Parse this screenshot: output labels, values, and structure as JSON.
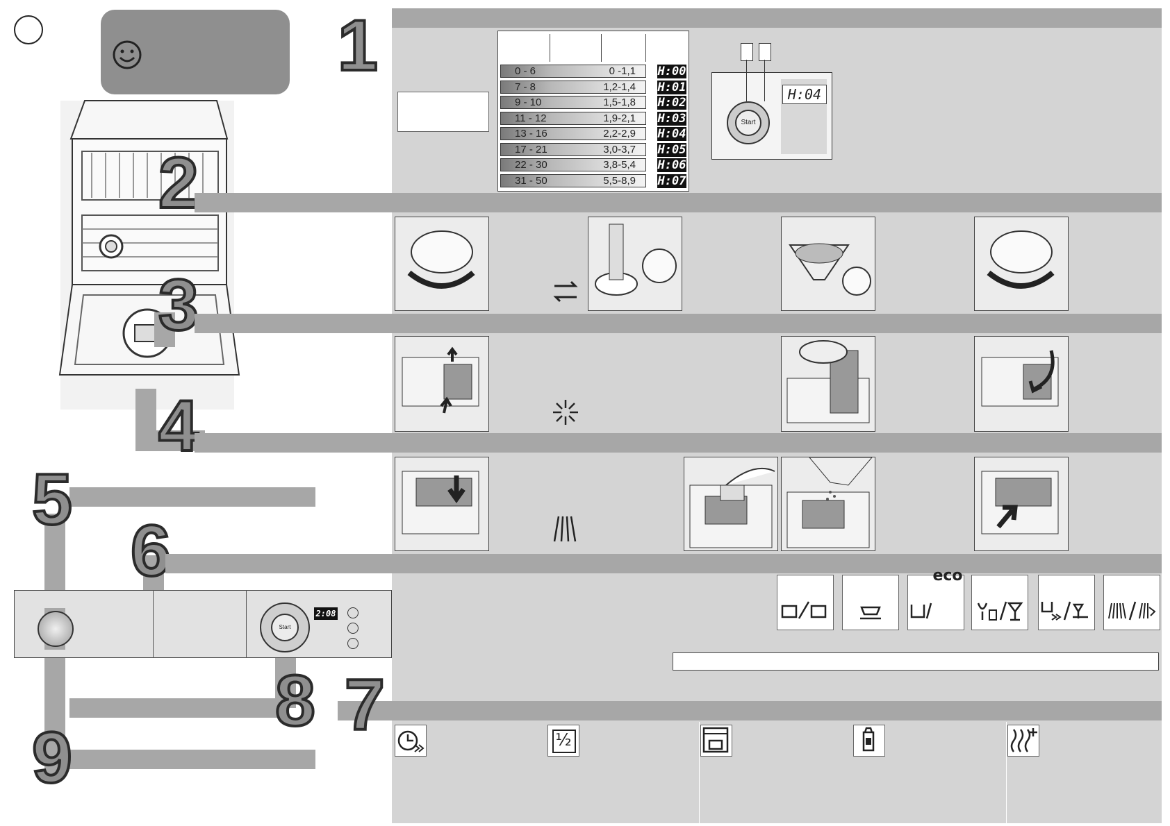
{
  "step_numbers": {
    "s1": "1",
    "s2": "2",
    "s3": "3",
    "s4": "4",
    "s5": "5",
    "s6": "6",
    "s7": "7",
    "s8": "8",
    "s9": "9"
  },
  "water_hardness_table": {
    "rows": [
      {
        "dh": "0 - 6",
        "mmol": "0 -1,1",
        "setting": "H:00"
      },
      {
        "dh": "7 - 8",
        "mmol": "1,2-1,4",
        "setting": "H:01"
      },
      {
        "dh": "9 - 10",
        "mmol": "1,5-1,8",
        "setting": "H:02"
      },
      {
        "dh": "11 - 12",
        "mmol": "1,9-2,1",
        "setting": "H:03"
      },
      {
        "dh": "13 - 16",
        "mmol": "2,2-2,9",
        "setting": "H:04"
      },
      {
        "dh": "17 - 21",
        "mmol": "3,0-3,7",
        "setting": "H:05"
      },
      {
        "dh": "22 - 30",
        "mmol": "3,8-5,4",
        "setting": "H:06"
      },
      {
        "dh": "31 - 50",
        "mmol": "5,5-8,9",
        "setting": "H:07"
      }
    ]
  },
  "control_detail": {
    "display": "H:04",
    "start_label": "Start"
  },
  "panel_display": "2:08",
  "panel_start_label": "Start",
  "icons": {
    "smiley": "smiley-icon",
    "salt": "salt-icon",
    "rinse_aid": "rinse-aid-icon",
    "detergent": "detergent-icon",
    "programs": [
      "intensive-icon",
      "delicate-icon",
      "eco-icon",
      "glass-icon",
      "auto-icon",
      "prerinse-icon"
    ],
    "eco_text": "eco",
    "options": [
      "timedelay-icon",
      "halfload-icon",
      "intensivezone-icon",
      "hygiene-icon",
      "extradry-icon"
    ],
    "half_text": "½"
  },
  "colors": {
    "panel": "#d4d4d4",
    "bar": "#a7a7a7",
    "badge": "#8f8f8f"
  }
}
